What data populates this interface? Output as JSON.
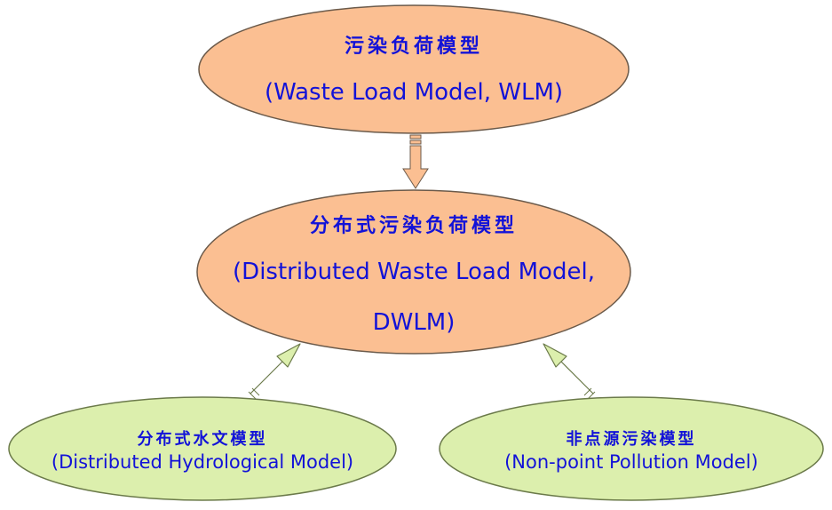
{
  "nodes": {
    "wlm": {
      "zh": "污染负荷模型",
      "en": "(Waste Load Model, WLM)"
    },
    "dwlm": {
      "zh": "分布式污染负荷模型",
      "en_line1": "(Distributed Waste Load Model,",
      "en_line2": "DWLM)"
    },
    "hydro": {
      "zh": "分布式水文模型",
      "en": "(Distributed Hydrological Model)"
    },
    "npp": {
      "zh": "非点源污染模型",
      "en": "(Non-point Pollution Model)"
    }
  },
  "colors": {
    "orange_fill": "#fbbf92",
    "orange_stroke": "#6b5a4a",
    "green_fill": "#dcefad",
    "green_stroke": "#6b7a4a",
    "text": "#1212d8",
    "arrow_orange": "#fbbf92",
    "arrow_green": "#dcefad"
  }
}
